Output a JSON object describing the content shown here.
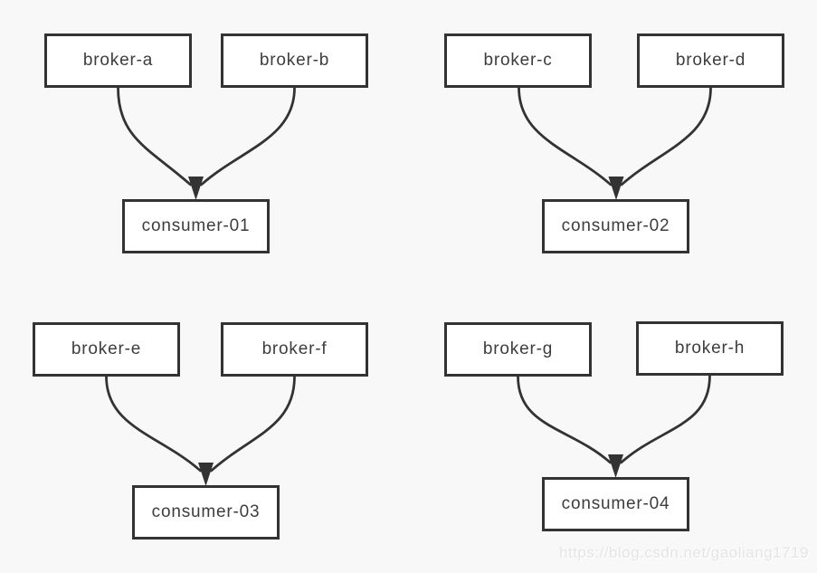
{
  "diagram": {
    "groups": [
      {
        "brokers": [
          "broker-a",
          "broker-b"
        ],
        "consumer": "consumer-01"
      },
      {
        "brokers": [
          "broker-c",
          "broker-d"
        ],
        "consumer": "consumer-02"
      },
      {
        "brokers": [
          "broker-e",
          "broker-f"
        ],
        "consumer": "consumer-03"
      },
      {
        "brokers": [
          "broker-g",
          "broker-h"
        ],
        "consumer": "consumer-04"
      }
    ],
    "colors": {
      "background": "#f8f8f8",
      "node_fill": "#ffffff",
      "stroke": "#333333",
      "text": "#3d3d3d",
      "watermark_text": "#e5e5e5"
    }
  },
  "watermark": {
    "text": "https://blog.csdn.net/gaoliang1719"
  }
}
